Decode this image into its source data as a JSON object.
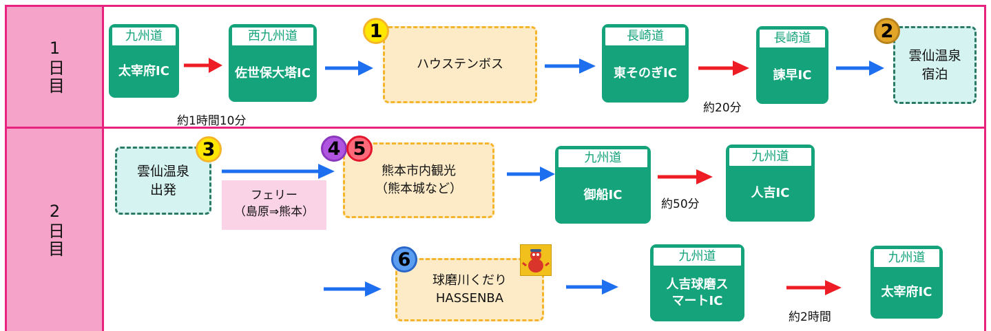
{
  "days": [
    {
      "label": "1日目"
    },
    {
      "label": "2日目"
    }
  ],
  "day1": {
    "ic1": {
      "line": "九州道",
      "name": "太宰府IC"
    },
    "ic2": {
      "line": "西九州道",
      "name": "佐世保大塔IC"
    },
    "spot1": {
      "badge": "1",
      "name": "ハウステンボス"
    },
    "ic3": {
      "line": "長崎道",
      "name": "東そのぎIC"
    },
    "ic4": {
      "line": "長崎道",
      "name": "諫早IC"
    },
    "hotel": {
      "badge": "2",
      "name": "雲仙温泉宿泊"
    },
    "time1": "約1時間10分",
    "time2": "約20分"
  },
  "day2": {
    "start": {
      "badge": "3",
      "name": "雲仙温泉出発"
    },
    "ferry": {
      "line1": "フェリー",
      "line2": "（島原⇒熊本）"
    },
    "spot45": {
      "badge4": "4",
      "badge5": "5",
      "line1": "熊本市内観光",
      "line2": "（熊本城など）"
    },
    "ic5": {
      "line": "九州道",
      "name": "御船IC"
    },
    "time3": "約50分",
    "ic6": {
      "line": "九州道",
      "name": "人吉IC"
    },
    "spot6": {
      "badge": "6",
      "line1": "球磨川くだり",
      "line2": "HASSENBA",
      "mascot_icon": "mascot-icon"
    },
    "ic7": {
      "line": "九州道",
      "name": "人吉球磨スマートIC"
    },
    "time4": "約2時間",
    "ic8": {
      "line": "九州道",
      "name": "太宰府IC"
    }
  },
  "colors": {
    "accent_pink": "#e6237e",
    "ic_green": "#14a37a",
    "arrow_red": "#ee1c25",
    "arrow_blue": "#1e6ff0"
  }
}
